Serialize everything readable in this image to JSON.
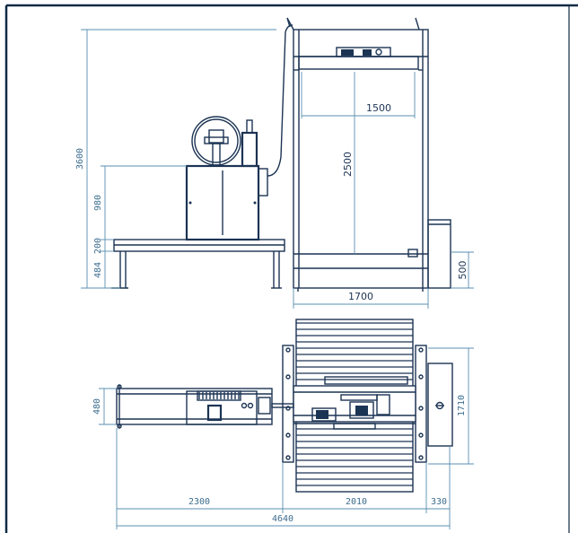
{
  "drawing": {
    "colors": {
      "line": "#1c3454",
      "dimension": "#5a8fb0",
      "dimension_text": "#3d6e8f",
      "frame": "#0f2a44"
    },
    "side_view": {
      "dim_overall_height": "3600",
      "dim_machine_height": "980",
      "dim_platform": "200",
      "dim_base": "484",
      "dim_inner_width": "1500",
      "dim_inner_height": "2500",
      "dim_frame_width": "1700",
      "dim_box_height": "500"
    },
    "top_view": {
      "dim_depth_left": "480",
      "dim_depth_right": "1710",
      "dim_conveyor_length": "2300",
      "dim_frame_length": "2010",
      "dim_box_length": "330",
      "dim_total_length": "4640"
    }
  }
}
